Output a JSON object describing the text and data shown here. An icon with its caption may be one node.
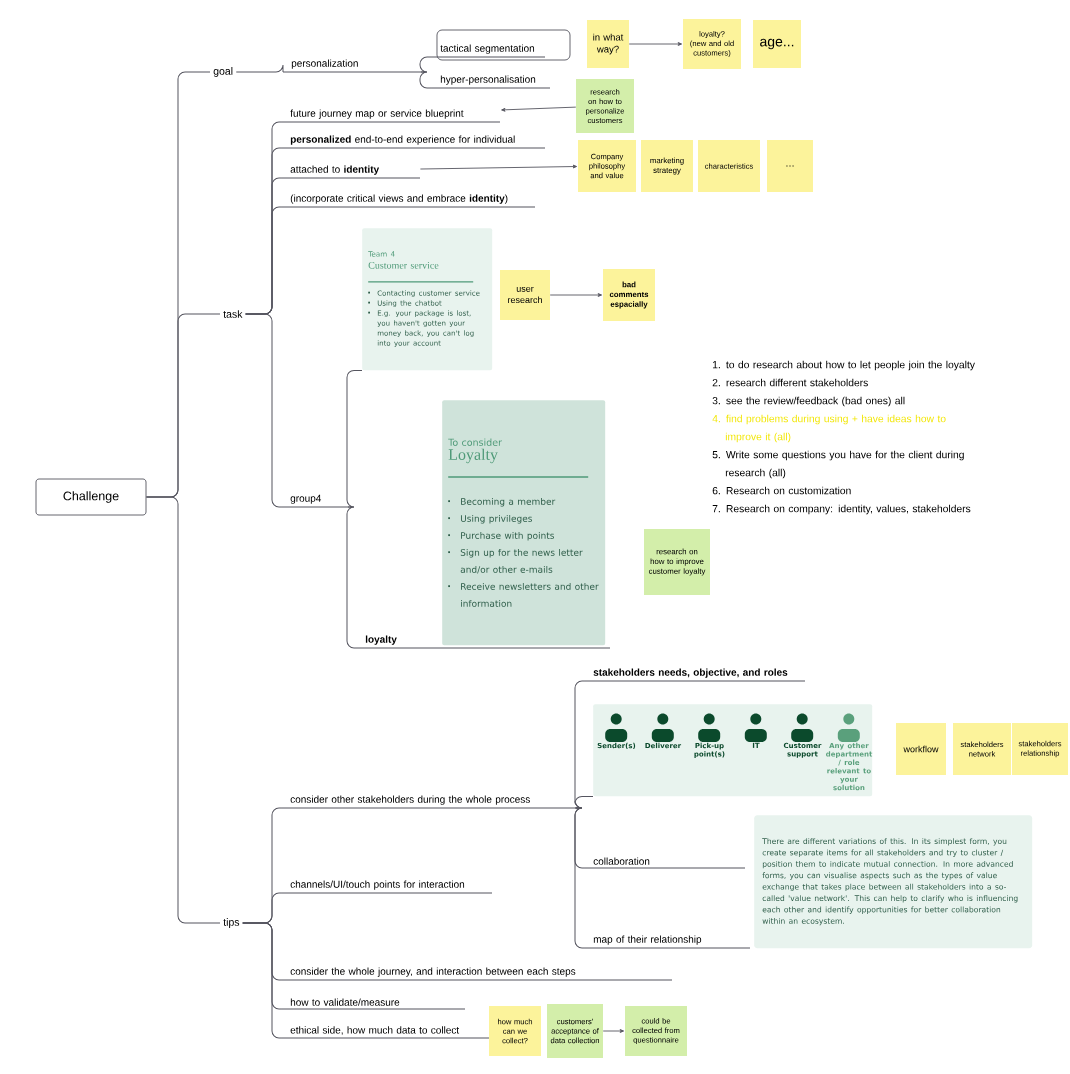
{
  "diagram": {
    "nodes": [
      {
        "text": [
          "Challenge"
        ]
      },
      {
        "text": [
          "goal"
        ]
      },
      {
        "text": [
          "personalization"
        ]
      },
      {
        "text": [
          "tactical segmentation"
        ]
      },
      {
        "text": [
          "hyper-personalisation"
        ]
      },
      {
        "text": [
          "in what way?"
        ]
      },
      {
        "text": [
          "loyalty? (new and old customers)"
        ]
      },
      {
        "text": [
          "age..."
        ]
      },
      {
        "text": [
          "task"
        ]
      },
      {
        "text": [
          "future journey map or service blueprint"
        ]
      },
      {
        "text": [
          "**personalized** end-to-end experience for individual"
        ]
      },
      {
        "text": [
          "attached to **identity**"
        ]
      },
      {
        "text": [
          "(incorporate critical views and embrace **identity**)"
        ]
      },
      {
        "text": [
          "research on how to personalize customers"
        ]
      },
      {
        "text": [
          "Company philosophy and value"
        ]
      },
      {
        "text": [
          "marketing strategy"
        ]
      },
      {
        "text": [
          "characteristics"
        ]
      },
      {
        "text": [
          "..."
        ]
      },
      {
        "text": [
          "group4"
        ]
      },
      {
        "text": [
          "Team 4",
          "Customer service",
          "Contacting customer service",
          "Using the chatbot",
          "E.g. your package is lost, you haven't gotten your money back, you can't log into your account"
        ]
      },
      {
        "text": [
          "user research"
        ]
      },
      {
        "text": [
          "bad comments espacially"
        ]
      },
      {
        "text": [
          "loyalty"
        ]
      },
      {
        "text": [
          "To consider",
          "Loyalty",
          "Becoming a member",
          "Using privileges",
          "Purchase with points",
          "Sign up for the news letter and/or other e-mails",
          "Receive newsletters and other information"
        ]
      },
      {
        "text": [
          "research on how to improve customer loyalty"
        ]
      },
      {
        "text": [
          "tips"
        ]
      },
      {
        "text": [
          "consider other stakeholders during the whole process"
        ]
      },
      {
        "text": [
          "stakeholders needs, objective, and roles"
        ]
      },
      {
        "text": [
          "Sender(s)",
          "Deliverer",
          "Pick-up point(s)",
          "IT",
          "Customer support",
          "Any other department / role relevant to your solution"
        ]
      },
      {
        "text": [
          "workflow"
        ]
      },
      {
        "text": [
          "stakeholders network"
        ]
      },
      {
        "text": [
          "stakeholders relationship"
        ]
      },
      {
        "text": [
          "collaboration"
        ]
      },
      {
        "text": [
          "map of their relationship"
        ]
      },
      {
        "text": [
          "There are different variations of this. In its simplest form, you create separate items for all stakeholders and try to cluster / position them to indicate mutual connection. In more advanced forms, you can visualise aspects such as the types of value exchange that takes place between all stakeholders into a so-called 'value network'. This can help to clarify who is influencing each other and identify opportunities for better collaboration within an ecosystem."
        ]
      },
      {
        "text": [
          "channels/UI/touch points for interaction"
        ]
      },
      {
        "text": [
          "consider the whole journey, and interaction between each steps"
        ]
      },
      {
        "text": [
          "how to validate/measure"
        ]
      },
      {
        "text": [
          "ethical side, how much data to collect"
        ]
      },
      {
        "text": [
          "how much can we collect?"
        ]
      },
      {
        "text": [
          "customers' acceptance of data collection"
        ]
      },
      {
        "text": [
          "could be collected from questionnaire"
        ]
      }
    ],
    "edges": [
      {
        "from": 0,
        "to": 1,
        "arrow": "none"
      },
      {
        "from": 1,
        "to": 2,
        "arrow": "none"
      },
      {
        "from": 2,
        "to": 3,
        "arrow": "none"
      },
      {
        "from": 2,
        "to": 4,
        "arrow": "none"
      },
      {
        "from": 5,
        "to": 6,
        "arrow": "to"
      },
      {
        "from": 0,
        "to": 8,
        "arrow": "none"
      },
      {
        "from": 8,
        "to": 9,
        "arrow": "none"
      },
      {
        "from": 8,
        "to": 10,
        "arrow": "none"
      },
      {
        "from": 8,
        "to": 11,
        "arrow": "none"
      },
      {
        "from": 8,
        "to": 12,
        "arrow": "none"
      },
      {
        "from": 13,
        "to": 9,
        "arrow": "to"
      },
      {
        "from": 11,
        "to": 14,
        "arrow": "to"
      },
      {
        "from": 8,
        "to": 18,
        "arrow": "none"
      },
      {
        "from": 18,
        "to": 19,
        "arrow": "none"
      },
      {
        "from": 20,
        "to": 21,
        "arrow": "to"
      },
      {
        "from": 18,
        "to": 22,
        "arrow": "none"
      },
      {
        "from": 0,
        "to": 25,
        "arrow": "none"
      },
      {
        "from": 25,
        "to": 26,
        "arrow": "none"
      },
      {
        "from": 26,
        "to": 27,
        "arrow": "none"
      },
      {
        "from": 26,
        "to": 28,
        "arrow": "none"
      },
      {
        "from": 26,
        "to": 32,
        "arrow": "none"
      },
      {
        "from": 26,
        "to": 33,
        "arrow": "none"
      },
      {
        "from": 25,
        "to": 35,
        "arrow": "none"
      },
      {
        "from": 25,
        "to": 36,
        "arrow": "none"
      },
      {
        "from": 25,
        "to": 37,
        "arrow": "none"
      },
      {
        "from": 25,
        "to": 38,
        "arrow": "none"
      },
      {
        "from": 40,
        "to": 41,
        "arrow": "to"
      }
    ],
    "labels": [
      "1. to do research about how to let people join the loyalty",
      "2. research different stakeholders",
      "3. see the review/feedback (bad ones) all",
      "4. find problems during using + have ideas how to improve it (all)",
      "5. Write some questions you have for the client during research (all)",
      "6. Research on customization",
      "7. Research on company: identity, values, stakeholders"
    ]
  }
}
